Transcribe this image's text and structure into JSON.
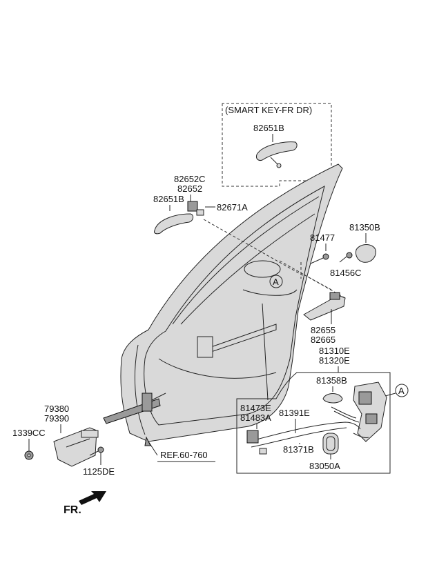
{
  "diagram": {
    "smart_key_note": "(SMART KEY-FR DR)",
    "ref_note": "REF.60-760",
    "direction_label": "FR.",
    "circle_marker": "A",
    "parts": {
      "p82651B_top": "82651B",
      "p82652C": "82652C",
      "p82652": "82652",
      "p82651B": "82651B",
      "p82671A": "82671A",
      "p81477": "81477",
      "p81350B": "81350B",
      "p81456C": "81456C",
      "p82655": "82655",
      "p82665": "82665",
      "p81310E": "81310E",
      "p81320E": "81320E",
      "p81358B": "81358B",
      "p81473E": "81473E",
      "p81483A": "81483A",
      "p81391E": "81391E",
      "p81371B": "81371B",
      "p83050A": "83050A",
      "p79380": "79380",
      "p79390": "79390",
      "p1339CC": "1339CC",
      "p1125DE": "1125DE"
    }
  }
}
